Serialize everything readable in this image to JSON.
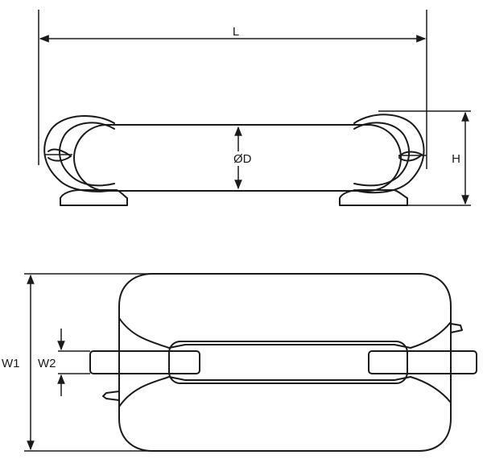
{
  "labels": {
    "length": "L",
    "diameter": "ØD",
    "height": "H",
    "overall_width": "W1",
    "lamp_width": "W2"
  },
  "colors": {
    "line": "#1a1a1a",
    "background": "#ffffff"
  }
}
